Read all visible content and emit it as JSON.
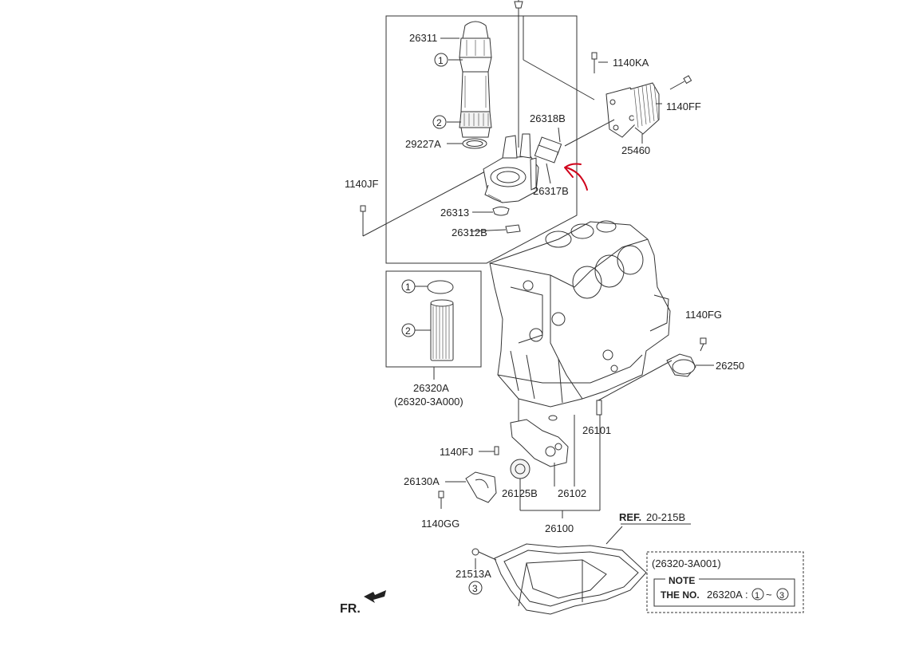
{
  "labels": {
    "p26311": "26311",
    "p1140KA": "1140KA",
    "p1140FF": "1140FF",
    "p26318B": "26318B",
    "p29227A": "29227A",
    "p25460": "25460",
    "p1140JF": "1140JF",
    "p26317B": "26317B",
    "p26313": "26313",
    "p26312B": "26312B",
    "p26320A": "26320A",
    "p26320A_sub": "(26320-3A000)",
    "p1140FG": "1140FG",
    "p26250": "26250",
    "p26101": "26101",
    "p1140FJ": "1140FJ",
    "p26130A": "26130A",
    "p26125B": "26125B",
    "p26102": "26102",
    "p1140GG": "1140GG",
    "p26100": "26100",
    "ref_prefix": "REF.",
    "ref_value": "20-215B",
    "p21513A": "21513A",
    "fr": "FR."
  },
  "callouts": {
    "c1": "1",
    "c2": "2",
    "c3": "3"
  },
  "note": {
    "part_no": "(26320-3A001)",
    "title": "NOTE",
    "line_prefix": "THE NO.",
    "line_part": "26320A",
    "range_from": "1",
    "range_sep": "~",
    "range_to": "3"
  },
  "colors": {
    "line": "#333333",
    "annotation": "#d0021b"
  },
  "icons": [
    "front-arrow-icon",
    "red-hand-drawn-arrow"
  ]
}
